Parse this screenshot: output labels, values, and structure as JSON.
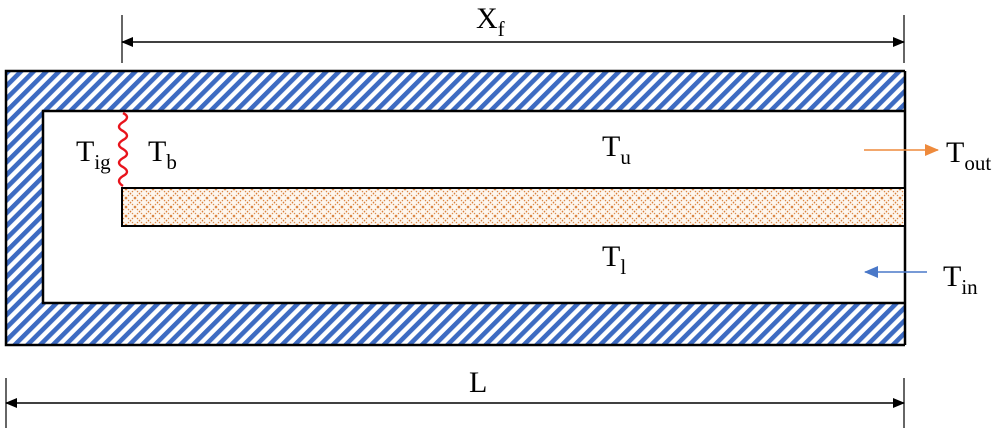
{
  "labels": {
    "xf": {
      "main": "X",
      "sub": "f"
    },
    "tig": {
      "main": "T",
      "sub": "ig"
    },
    "tb": {
      "main": "T",
      "sub": "b"
    },
    "tu": {
      "main": "T",
      "sub": "u"
    },
    "tl": {
      "main": "T",
      "sub": "l"
    },
    "tout": {
      "main": "T",
      "sub": "out"
    },
    "tin": {
      "main": "T",
      "sub": "in"
    },
    "length": "L"
  },
  "colors": {
    "wall_hatch": "#3d6bc2",
    "fuel_hatch": "#d9803a",
    "flame": "#e8141c",
    "out_arrow": "#ee8a3c",
    "in_arrow": "#4a78c8",
    "outline": "#000000"
  }
}
